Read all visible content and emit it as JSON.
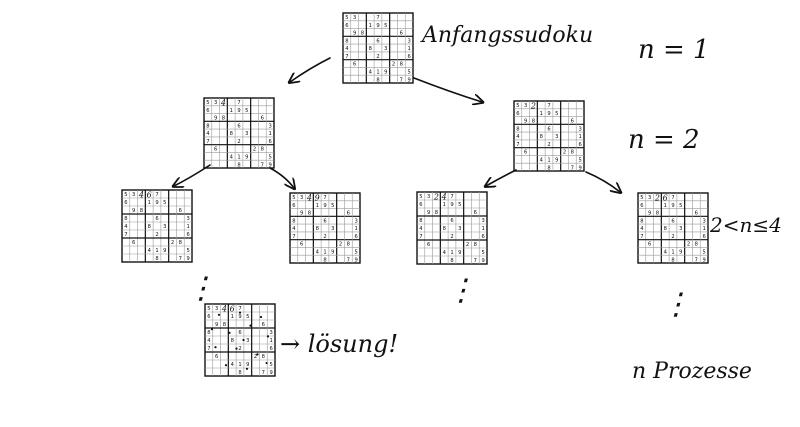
{
  "labels": {
    "root": "Anfangssudoku",
    "n1": "n = 1",
    "n2": "n = 2",
    "n3": "2<n≤4",
    "n4": "n Prozesse",
    "solution": "→ lösung!",
    "dots": "⋮"
  },
  "sudoku_digits": [
    [
      "5",
      "3",
      "",
      "",
      "7",
      "",
      "",
      "",
      ""
    ],
    [
      "6",
      "",
      "",
      "1",
      "9",
      "5",
      "",
      "",
      ""
    ],
    [
      "",
      "9",
      "8",
      "",
      "",
      "",
      "",
      "6",
      ""
    ],
    [
      "8",
      "",
      "",
      "",
      "6",
      "",
      "",
      "",
      "3"
    ],
    [
      "4",
      "",
      "",
      "8",
      "",
      "3",
      "",
      "",
      "1"
    ],
    [
      "7",
      "",
      "",
      "",
      "2",
      "",
      "",
      "",
      "6"
    ],
    [
      "",
      "6",
      "",
      "",
      "",
      "",
      "2",
      "8",
      ""
    ],
    [
      "",
      "",
      "",
      "4",
      "1",
      "9",
      "",
      "",
      "5"
    ],
    [
      "",
      "",
      "",
      "",
      "8",
      "",
      "",
      "7",
      "9"
    ]
  ],
  "tree": {
    "nodes": [
      {
        "id": "root",
        "extra": []
      },
      {
        "id": "l1",
        "extra": [
          {
            "r": 0,
            "c": 2,
            "v": "4"
          }
        ]
      },
      {
        "id": "r1",
        "extra": [
          {
            "r": 0,
            "c": 2,
            "v": "2"
          }
        ]
      },
      {
        "id": "ll",
        "extra": [
          {
            "r": 0,
            "c": 2,
            "v": "4"
          },
          {
            "r": 0,
            "c": 3,
            "v": "6"
          }
        ]
      },
      {
        "id": "lr",
        "extra": [
          {
            "r": 0,
            "c": 2,
            "v": "4"
          },
          {
            "r": 0,
            "c": 3,
            "v": "9"
          }
        ]
      },
      {
        "id": "rl",
        "extra": [
          {
            "r": 0,
            "c": 2,
            "v": "2"
          },
          {
            "r": 0,
            "c": 3,
            "v": "4"
          }
        ]
      },
      {
        "id": "rr",
        "extra": [
          {
            "r": 0,
            "c": 2,
            "v": "2"
          },
          {
            "r": 0,
            "c": 3,
            "v": "6"
          }
        ]
      },
      {
        "id": "sol",
        "extra": [
          {
            "r": 0,
            "c": 2,
            "v": "4"
          },
          {
            "r": 0,
            "c": 3,
            "v": "6"
          }
        ]
      }
    ],
    "edges": [
      [
        "root",
        "l1"
      ],
      [
        "root",
        "r1"
      ],
      [
        "l1",
        "ll"
      ],
      [
        "l1",
        "lr"
      ],
      [
        "r1",
        "rl"
      ],
      [
        "r1",
        "rr"
      ]
    ]
  },
  "colors": {
    "ink": "#111111",
    "grid_light": "#9a9a9a",
    "background": "#ffffff"
  }
}
